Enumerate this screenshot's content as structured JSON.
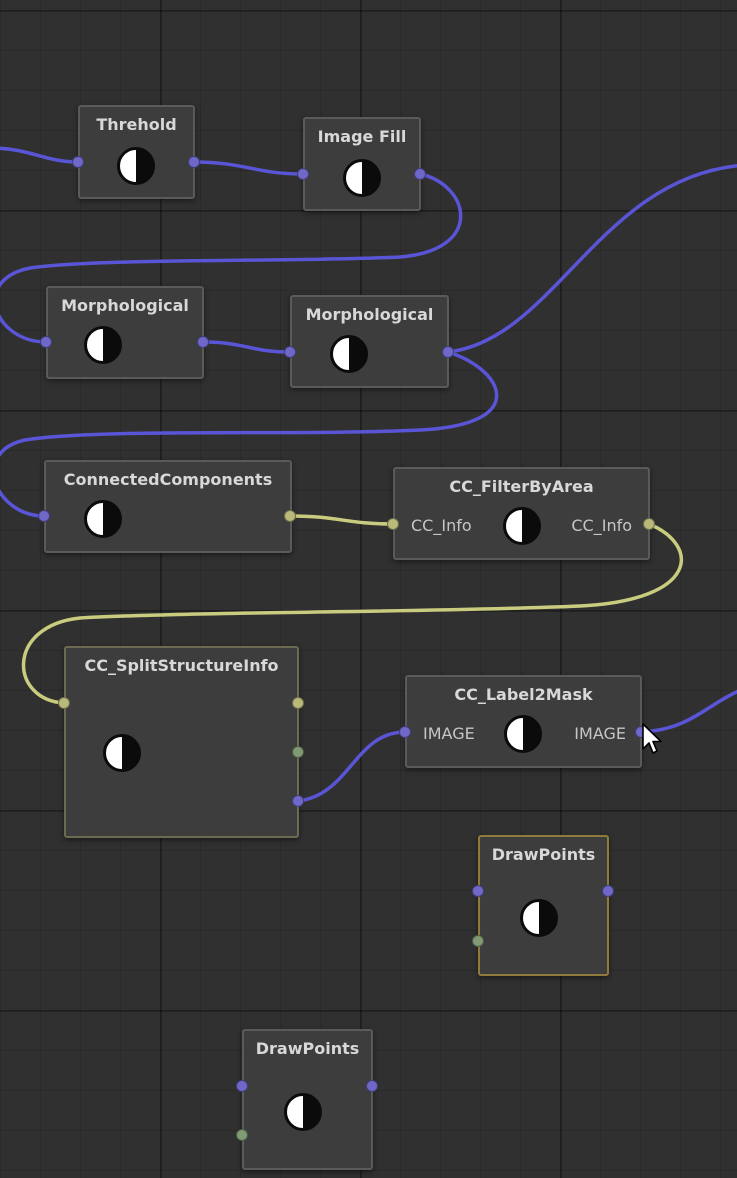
{
  "nodes": {
    "threshold": {
      "title": "Threhold"
    },
    "image_fill": {
      "title": "Image Fill"
    },
    "morph1": {
      "title": "Morphological"
    },
    "morph2": {
      "title": "Morphological"
    },
    "connected": {
      "title": "ConnectedComponents"
    },
    "filter_area": {
      "title": "CC_FilterByArea",
      "in_label": "CC_Info",
      "out_label": "CC_Info"
    },
    "split_info": {
      "title": "CC_SplitStructureInfo"
    },
    "label2mask": {
      "title": "CC_Label2Mask",
      "in_label": "IMAGE",
      "out_label": "IMAGE"
    },
    "drawpoints1": {
      "title": "DrawPoints"
    },
    "drawpoints2": {
      "title": "DrawPoints"
    }
  },
  "colors": {
    "canvas_bg": "#303030",
    "node_bg": "#3d3d3d",
    "wire_image": "#5a55d6",
    "wire_cc_info": "#c9cc7e",
    "port_image": "#6f68c9",
    "port_cc_info": "#b9ba7a",
    "port_points": "#7f9a74",
    "selected_border": "#8f7a3c"
  },
  "icons": {
    "node_icon": "half-circle-contrast-icon",
    "cursor": "mouse-pointer-icon"
  }
}
